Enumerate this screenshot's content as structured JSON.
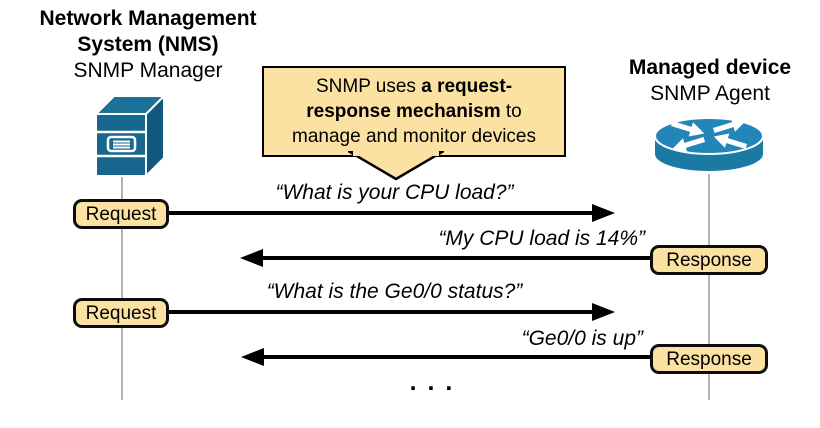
{
  "manager": {
    "title1": "Network Management",
    "title2": "System (NMS)",
    "subtitle": "SNMP Manager"
  },
  "device": {
    "title": "Managed device",
    "subtitle": "SNMP Agent"
  },
  "callout": {
    "text_before": "SNMP uses ",
    "text_bold": "a request-response mechanism",
    "text_after": " to manage and monitor devices"
  },
  "rows": [
    {
      "label": "Request",
      "message": "“What is your CPU load?”",
      "direction": "right"
    },
    {
      "label": "Response",
      "message": "“My CPU load is 14%”",
      "direction": "left"
    },
    {
      "label": "Request",
      "message": "“What is the Ge0/0 status?”",
      "direction": "right"
    },
    {
      "label": "Response",
      "message": "“Ge0/0 is up”",
      "direction": "left"
    }
  ],
  "ellipsis": ". . .",
  "icons": {
    "manager_icon": "server-tower-icon",
    "device_icon": "router-icon"
  },
  "colors": {
    "note_fill": "#FBE1A2",
    "note_border": "#000000",
    "server_front": "#17678F",
    "server_side": "#11597F",
    "server_top": "#1A7199",
    "router_top": "#2286B8",
    "router_body": "#1B7AA3",
    "lifeline": "#B3B3B3",
    "arrow": "#000000",
    "text": "#000000"
  }
}
